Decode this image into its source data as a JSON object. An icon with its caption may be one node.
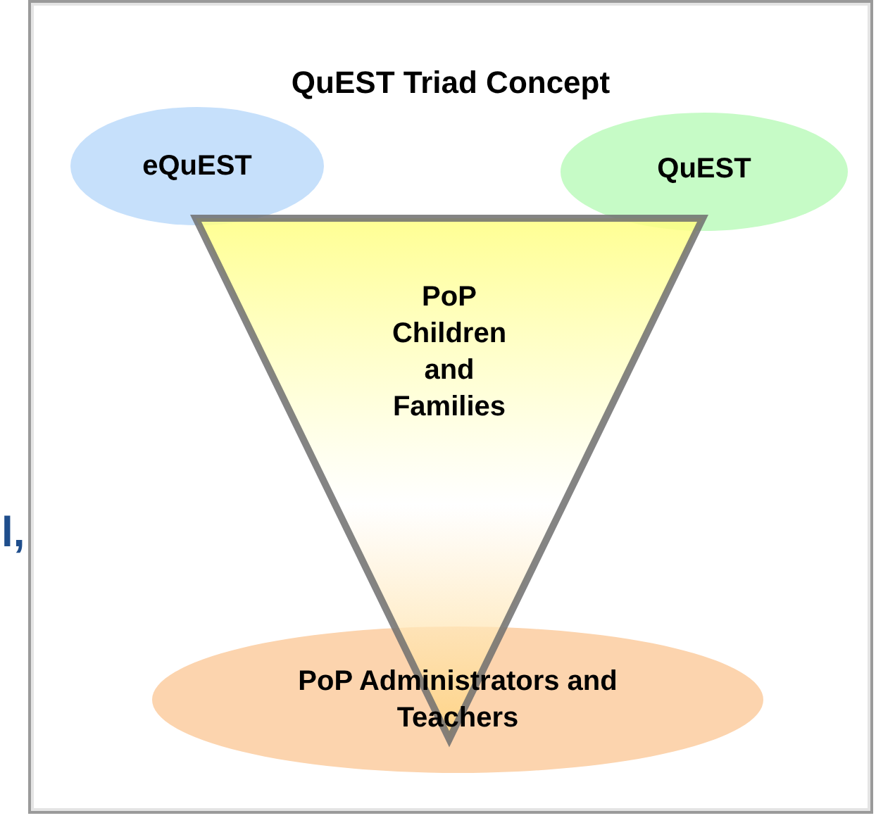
{
  "diagram": {
    "title": "QuEST Triad Concept",
    "nodes": [
      {
        "text": [
          "eQuEST"
        ]
      },
      {
        "text": [
          "QuEST"
        ]
      },
      {
        "text": [
          "PoP Children and Families"
        ]
      },
      {
        "text": [
          "PoP Administrators and Teachers"
        ]
      }
    ],
    "labels": [
      "l,"
    ]
  }
}
